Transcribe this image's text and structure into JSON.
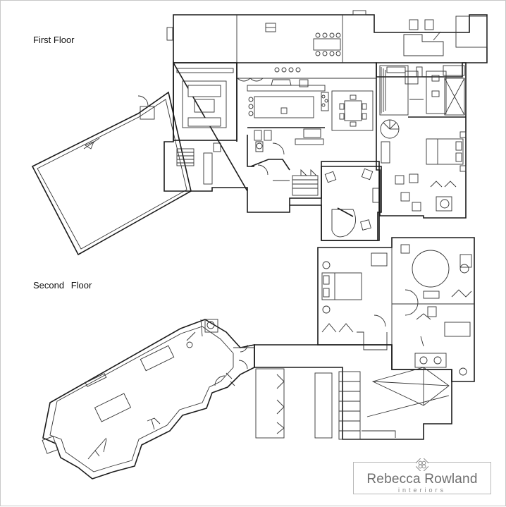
{
  "labels": {
    "first_floor": "First Floor",
    "second_floor": "Second Floor"
  },
  "logo": {
    "name": "Rebecca Rowland",
    "subtitle": "interiors"
  },
  "colors": {
    "wall": "#1b1b1b",
    "background": "#ffffff",
    "logo_text": "#6e6e6e"
  }
}
